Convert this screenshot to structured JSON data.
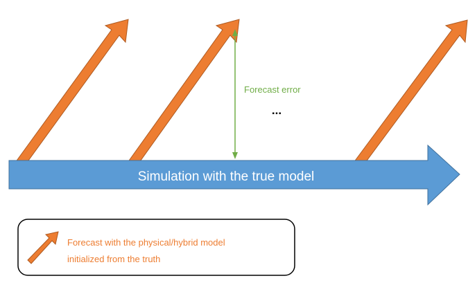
{
  "main_arrow": {
    "label": "Simulation with the true model",
    "color": "#5b9bd5",
    "stroke": "#41719c",
    "text_color": "#ffffff"
  },
  "forecast_arrows": {
    "color": "#ed7d31",
    "stroke": "#ae5a21"
  },
  "forecast_error": {
    "label": "Forecast error",
    "color": "#70ad47"
  },
  "ellipsis": {
    "text": "..."
  },
  "legend": {
    "label_line1": "Forecast with the physical/hybrid model",
    "label_line2": "initialized from the truth",
    "text_color": "#ed7d31",
    "border_color": "#000000"
  }
}
